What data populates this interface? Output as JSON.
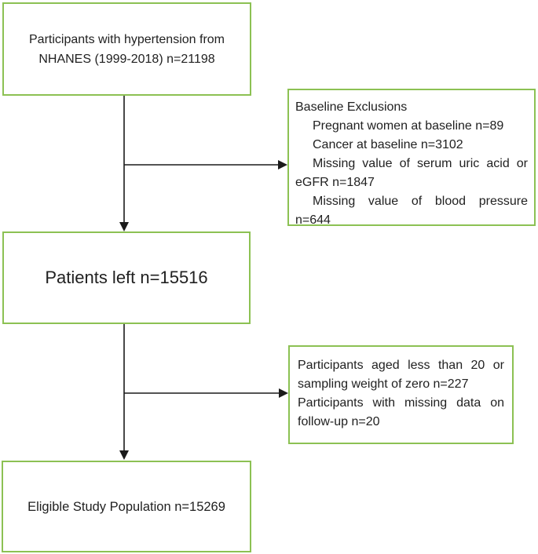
{
  "theme": {
    "box_border_color": "#8cc153",
    "text_color": "#212121",
    "arrow_color": "#1a1a1a",
    "background_color": "#ffffff"
  },
  "diagram": {
    "boxes": {
      "top": {
        "lines": [
          "Participants with hypertension from",
          "NHANES (1999-2018) n=21198"
        ]
      },
      "baseline_exclusions": {
        "title": "Baseline Exclusions",
        "items": [
          "Pregnant women at baseline n=89",
          "Cancer at baseline n=3102",
          "Missing value of serum uric acid or eGFR n=1847",
          "Missing value of blood pressure n=644"
        ]
      },
      "patients_left": {
        "label": "Patients left n=15516"
      },
      "second_exclusions": {
        "items": [
          "Participants aged less than 20 or sampling weight of zero n=227",
          "Participants with missing data on follow-up n=20"
        ]
      },
      "eligible": {
        "label": "Eligible Study Population n=15269"
      }
    }
  }
}
